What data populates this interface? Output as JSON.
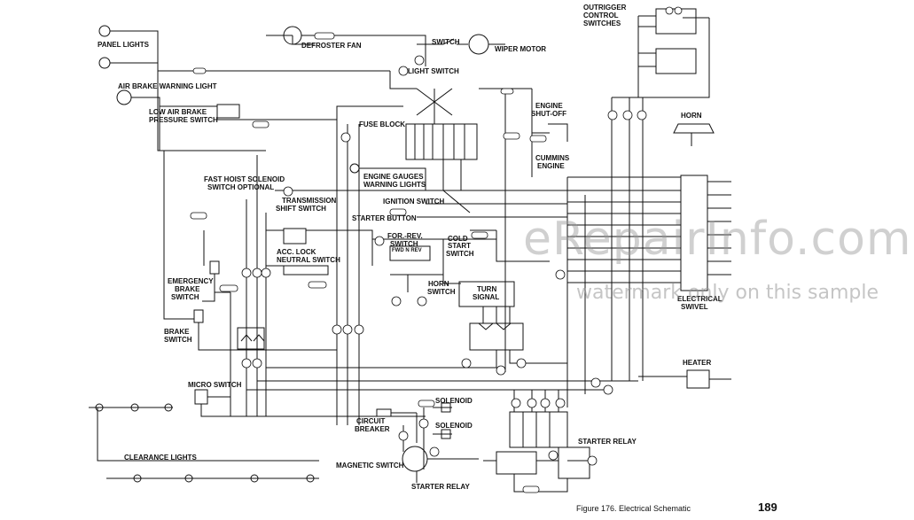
{
  "labels": {
    "panel_lights": "PANEL LIGHTS",
    "defroster_fan": "DEFROSTER FAN",
    "switch": "SWITCH",
    "wiper_motor": "WIPER MOTOR",
    "light_switch": "LIGHT SWITCH",
    "air_brake_warning_light": "AIR BRAKE WARNING LIGHT",
    "low_air_brake_1": "LOW AIR BRAKE",
    "low_air_brake_2": "PRESSURE SWITCH",
    "fuse_block": "FUSE BLOCK",
    "engine_shutoff_1": "ENGINE",
    "engine_shutoff_2": "SHUT-OFF",
    "horn": "HORN",
    "outrigger_1": "OUTRIGGER",
    "outrigger_2": "CONTROL",
    "outrigger_3": "SWITCHES",
    "cummins_1": "CUMMINS",
    "cummins_2": "ENGINE",
    "engine_gauges_1": "ENGINE GAUGES",
    "engine_gauges_2": "WARNING LIGHTS",
    "fast_hoist_1": "FAST HOIST SOLENOID",
    "fast_hoist_2": "SWITCH OPTIONAL",
    "transmission_1": "TRANSMISSION",
    "transmission_2": "SHIFT SWITCH",
    "ignition_switch": "IGNITION SWITCH",
    "starter_button": "STARTER BUTTON",
    "for_rev_1": "FOR.-REV.",
    "for_rev_2": "SWITCH",
    "cold_start_1": "COLD",
    "cold_start_2": "START",
    "cold_start_3": "SWITCH",
    "acc_lock_1": "ACC. LOCK",
    "acc_lock_2": "NEUTRAL SWITCH",
    "emergency_1": "EMERGENCY",
    "emergency_2": "BRAKE",
    "emergency_3": "SWITCH",
    "brake_1": "BRAKE",
    "brake_2": "SWITCH",
    "horn_switch_1": "HORN",
    "horn_switch_2": "SWITCH",
    "turn_signal_1": "TURN",
    "turn_signal_2": "SIGNAL",
    "electrical_swivel_1": "ELECTRICAL",
    "electrical_swivel_2": "SWIVEL",
    "heater": "HEATER",
    "micro_switch": "MICRO SWITCH",
    "solenoid_a": "SOLENOID",
    "solenoid_b": "SOLENOID",
    "circuit_breaker_1": "CIRCUIT",
    "circuit_breaker_2": "BREAKER",
    "clearance_lights": "CLEARANCE LIGHTS",
    "magnetic_switch": "MAGNETIC SWITCH",
    "starter_relay_a": "STARTER RELAY",
    "starter_relay_b": "STARTER RELAY",
    "fwd_n_rev": "FWD N REV"
  },
  "caption": "Figure 176. Electrical Schematic",
  "page_number": "189",
  "watermark": {
    "line1": "eRepairInfo.com",
    "line2": "watermark only on this sample"
  }
}
